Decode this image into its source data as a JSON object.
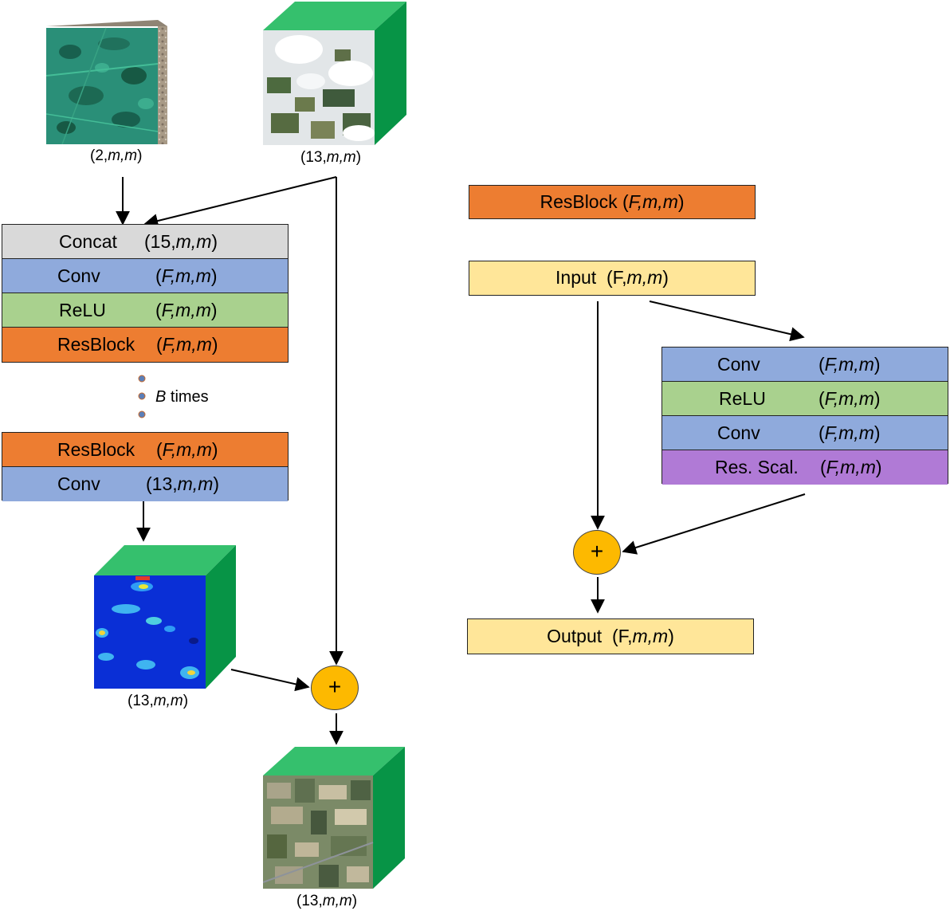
{
  "images": {
    "input_a_shape": "(2,m,m)",
    "input_b_shape": "(13,m,m)",
    "residual_shape": "(13,m,m)",
    "output_shape": "(13,m,m)"
  },
  "main_stack": [
    {
      "name": "Concat",
      "shape": "(15,m,m)",
      "color": "#d9d9d9"
    },
    {
      "name": "Conv",
      "shape": "(F,m,m)",
      "color": "#8faadc"
    },
    {
      "name": "ReLU",
      "shape": "(F,m,m)",
      "color": "#a9d18e"
    },
    {
      "name": "ResBlock",
      "shape": "(F,m,m)",
      "color": "#ed7d31"
    }
  ],
  "repeat_label": {
    "var": "B",
    "text": " times"
  },
  "tail_stack": [
    {
      "name": "ResBlock",
      "shape": "(F,m,m)",
      "color": "#ed7d31"
    },
    {
      "name": "Conv",
      "shape": "(13,m,m)",
      "color": "#8faadc"
    }
  ],
  "resblock_detail": {
    "title": {
      "name": "ResBlock",
      "shape": "(F,m,m)",
      "color": "#ed7d31"
    },
    "input": {
      "name": "Input",
      "shape_prefix": "(F,",
      "shape_italic": "m,m",
      "shape_suffix": ")",
      "color": "#ffe699"
    },
    "stack": [
      {
        "name": "Conv",
        "shape": "(F,m,m)",
        "color": "#8faadc"
      },
      {
        "name": "ReLU",
        "shape": "(F,m,m)",
        "color": "#a9d18e"
      },
      {
        "name": "Conv",
        "shape": "(F,m,m)",
        "color": "#8faadc"
      },
      {
        "name": "Res. Scal.",
        "shape": "(F,m,m)",
        "color": "#b07ad6"
      }
    ],
    "output": {
      "name": "Output",
      "shape_prefix": "(F,",
      "shape_italic": "m,m",
      "shape_suffix": ")",
      "color": "#ffe699"
    }
  },
  "plus_symbol": "+",
  "colors": {
    "cube_top": "#35c06d",
    "cube_side": "#079446",
    "plus": "#fdb900",
    "arrow": "#000000"
  }
}
